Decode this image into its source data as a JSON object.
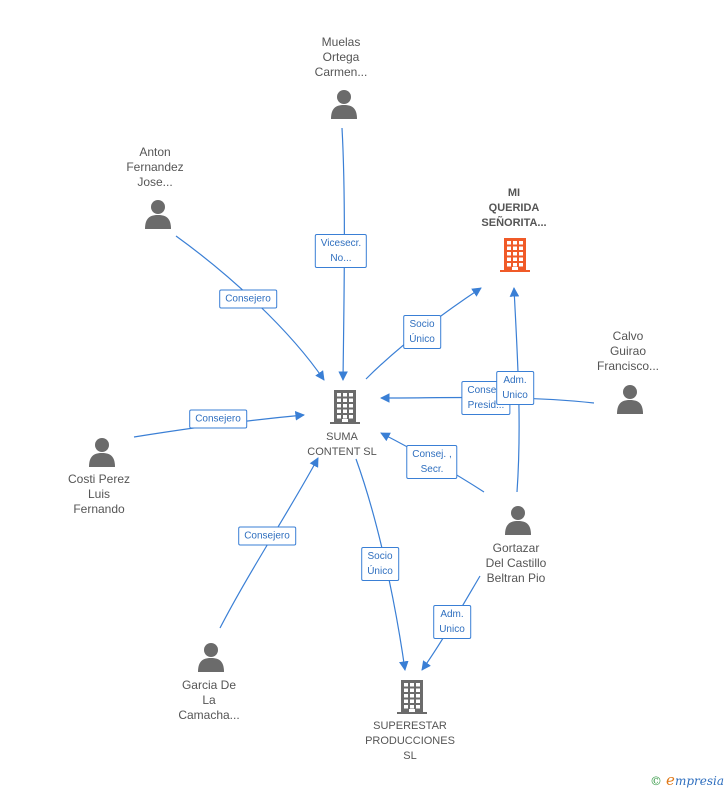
{
  "diagram": {
    "nodes": [
      {
        "id": "suma",
        "type": "company",
        "label": "SUMA\nCONTENT  SL",
        "color": "#6b6b6b"
      },
      {
        "id": "superestar",
        "type": "company",
        "label": "SUPERESTAR\nPRODUCCIONES\nSL",
        "color": "#6b6b6b"
      },
      {
        "id": "miquerida",
        "type": "company",
        "label": "MI\nQUERIDA\nSEÑORITA...",
        "color": "#f05a28",
        "highlight": true
      },
      {
        "id": "muelas",
        "type": "person",
        "label": "Muelas\nOrtega\nCarmen...",
        "color": "#6b6b6b"
      },
      {
        "id": "anton",
        "type": "person",
        "label": "Anton\nFernandez\nJose...",
        "color": "#6b6b6b"
      },
      {
        "id": "calvo",
        "type": "person",
        "label": "Calvo\nGuirao\nFrancisco...",
        "color": "#6b6b6b"
      },
      {
        "id": "costi",
        "type": "person",
        "label": "Costi Perez\nLuis\nFernando",
        "color": "#6b6b6b"
      },
      {
        "id": "gortazar",
        "type": "person",
        "label": "Gortazar\nDel Castillo\nBeltran Pio",
        "color": "#6b6b6b"
      },
      {
        "id": "garcia",
        "type": "person",
        "label": "Garcia De\nLa\nCamacha...",
        "color": "#6b6b6b"
      }
    ],
    "edges": [
      {
        "from": "muelas",
        "to": "suma",
        "label": "Vicesecr.\nNo..."
      },
      {
        "from": "anton",
        "to": "suma",
        "label": "Consejero"
      },
      {
        "from": "suma",
        "to": "miquerida",
        "label": "Socio\nÚnico"
      },
      {
        "from": "calvo",
        "to": "suma",
        "label": "Conse...\nPresid..."
      },
      {
        "from": "gortazar",
        "to": "miquerida",
        "label": "Adm.\nUnico"
      },
      {
        "from": "costi",
        "to": "suma",
        "label": "Consejero"
      },
      {
        "from": "gortazar",
        "to": "suma",
        "label": "Consej. ,\nSecr."
      },
      {
        "from": "suma",
        "to": "superestar",
        "label": "Socio\nÚnico"
      },
      {
        "from": "garcia",
        "to": "suma",
        "label": "Consejero"
      },
      {
        "from": "gortazar",
        "to": "superestar",
        "label": "Adm.\nUnico"
      }
    ],
    "edge_color": "#3a7fd5"
  },
  "brand": {
    "copyright": "©",
    "initial": "e",
    "name": "mpresia"
  }
}
